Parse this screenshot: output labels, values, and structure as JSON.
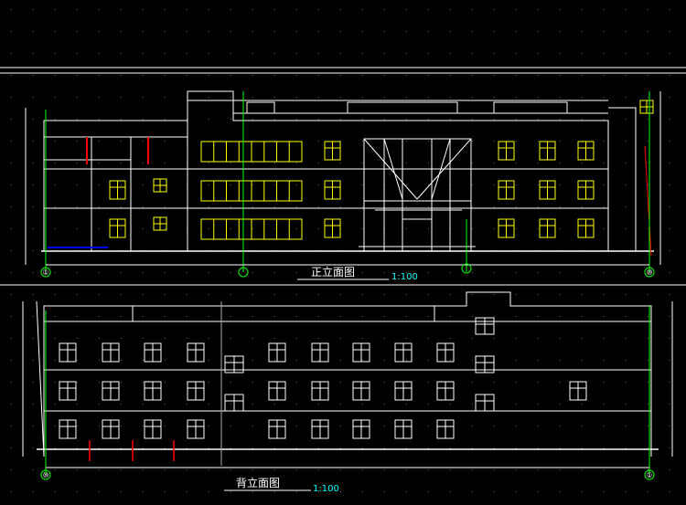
{
  "drawing": {
    "front_title": "正立面图",
    "front_scale": "1:100",
    "back_title": "背立面图",
    "back_scale": "1:100"
  },
  "grid_labels": {
    "front_left": "①",
    "front_right": "⑩",
    "back_left": "⑩",
    "back_right": "①"
  },
  "colors": {
    "background": "#000000",
    "lines": "#ffffff",
    "windows": "#ffff00",
    "dimension": "#00ff00",
    "scale_text": "#00ffff",
    "accent": "#ff0000",
    "frame_blue": "#0000ff"
  }
}
